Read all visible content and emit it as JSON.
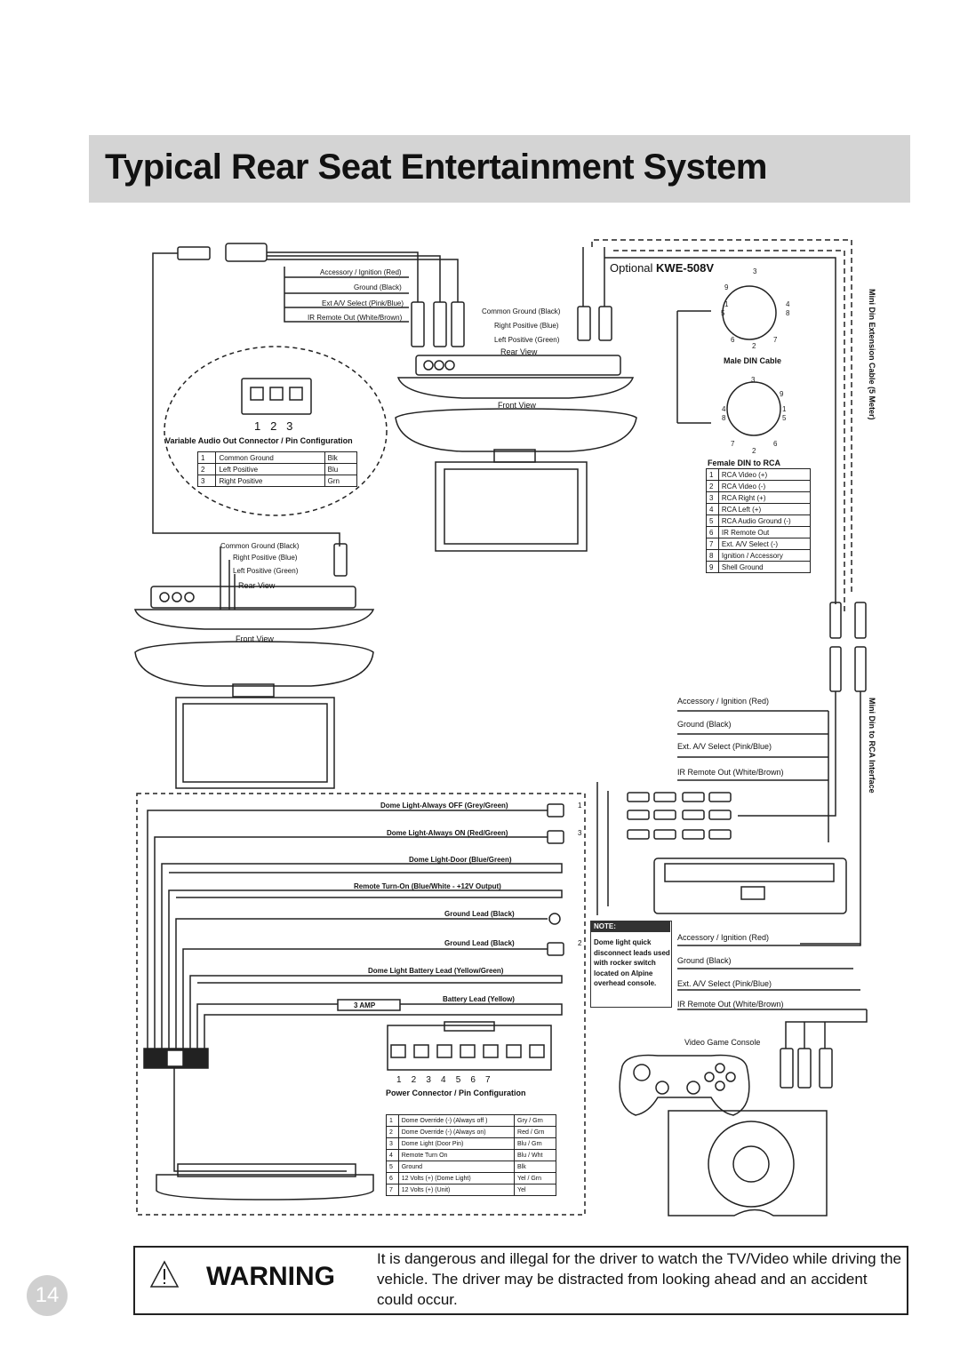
{
  "title": "Typical Rear Seat Entertainment System",
  "optional": {
    "prefix": "Optional",
    "model": "KWE-508V"
  },
  "left_unit": {
    "harness_labels": [
      "Accessory / Ignition (Red)",
      "Ground (Black)",
      "Ext A/V Select (Pink/Blue)",
      "IR Remote Out (White/Brown)"
    ],
    "connector_numbers": "1   2   3",
    "connector_title": "Variable Audio Out Connector / Pin Configuration",
    "pin_table": [
      [
        "1",
        "Common Ground",
        "Blk"
      ],
      [
        "2",
        "Left Positive",
        "Blu"
      ],
      [
        "3",
        "Right Positive",
        "Grn"
      ]
    ],
    "audio_labels": [
      "Common Ground (Black)",
      "Right Positive (Blue)",
      "Left Positive (Green)"
    ],
    "rear_view": "Rear View",
    "front_view": "Front View"
  },
  "center_unit": {
    "audio_labels": [
      "Common Ground (Black)",
      "Right Positive (Blue)",
      "Left Positive (Green)"
    ],
    "rear_view": "Rear View",
    "front_view": "Front View"
  },
  "din": {
    "male_label": "Male DIN Cable",
    "female_title": "Female DIN to RCA",
    "male_pins": [
      "9",
      "1",
      "4",
      "5",
      "8",
      "6",
      "2",
      "7",
      "3"
    ],
    "female_pins": [
      "3",
      "9",
      "4",
      "1",
      "8",
      "5",
      "7",
      "6",
      "2"
    ],
    "table": [
      [
        "1",
        "RCA Video (+)"
      ],
      [
        "2",
        "RCA Video (-)"
      ],
      [
        "3",
        "RCA Right (+)"
      ],
      [
        "4",
        "RCA Left (+)"
      ],
      [
        "5",
        "RCA Audio Ground (-)"
      ],
      [
        "6",
        "IR Remote Out"
      ],
      [
        "7",
        "Ext. A/V Select (-)"
      ],
      [
        "8",
        "Ignition / Accessory"
      ],
      [
        "9",
        "Shell Ground"
      ]
    ]
  },
  "vertical_labels": {
    "ext_cable": "Mini Din Extension Cable (5 Meter)",
    "rca_interface": "Mini Din to RCA Interface"
  },
  "right_wires_top": [
    "Accessory / Ignition (Red)",
    "Ground (Black)",
    "Ext. A/V Select (Pink/Blue)",
    "IR Remote Out (White/Brown)"
  ],
  "right_wires_bottom": [
    "Accessory / Ignition (Red)",
    "Ground (Black)",
    "Ext. A/V Select (Pink/Blue)",
    "IR Remote Out (White/Brown)"
  ],
  "power_leads": [
    {
      "label": "Dome Light-Always OFF (Grey/Green)",
      "num": "1"
    },
    {
      "label": "Dome Light-Always ON (Red/Green)",
      "num": "3"
    },
    {
      "label": "Dome Light-Door (Blue/Green)",
      "num": ""
    },
    {
      "label": "Remote Turn-On (Blue/White - +12V Output)",
      "num": ""
    },
    {
      "label": "Ground Lead (Black)",
      "num": ""
    },
    {
      "label": "Ground Lead (Black)",
      "num": "2"
    },
    {
      "label": "Dome Light Battery Lead (Yellow/Green)",
      "num": ""
    },
    {
      "label": "Battery Lead (Yellow)",
      "num": ""
    }
  ],
  "amp_label": "3 AMP",
  "note": {
    "header": "NOTE:",
    "text": "Dome light quick disconnect leads used with rocker switch located on Alpine overhead console."
  },
  "power_connector": {
    "numbers": "1    2    3    4    5    6    7",
    "title": "Power Connector / Pin Configuration",
    "table": [
      [
        "1",
        "Dome Override (-) (Always off )",
        "Gry / Grn"
      ],
      [
        "2",
        "Dome Override (-) (Always on)",
        "Red / Grn"
      ],
      [
        "3",
        "Dome Light (Door Pin)",
        "Blu / Grn"
      ],
      [
        "4",
        "Remote Turn On",
        "Blu / Wht"
      ],
      [
        "5",
        "Ground",
        "Blk"
      ],
      [
        "6",
        "12 Volts (+) (Dome Light)",
        "Yel / Grn"
      ],
      [
        "7",
        "12 Volts (+) (Unit)",
        "Yel"
      ]
    ]
  },
  "video_game": "Video Game Console",
  "warning": {
    "title": "WARNING",
    "text": "It is dangerous and illegal for the driver to watch the TV/Video while driving the vehicle. The driver may be distracted from looking ahead and an accident could occur."
  },
  "page_number": "14"
}
